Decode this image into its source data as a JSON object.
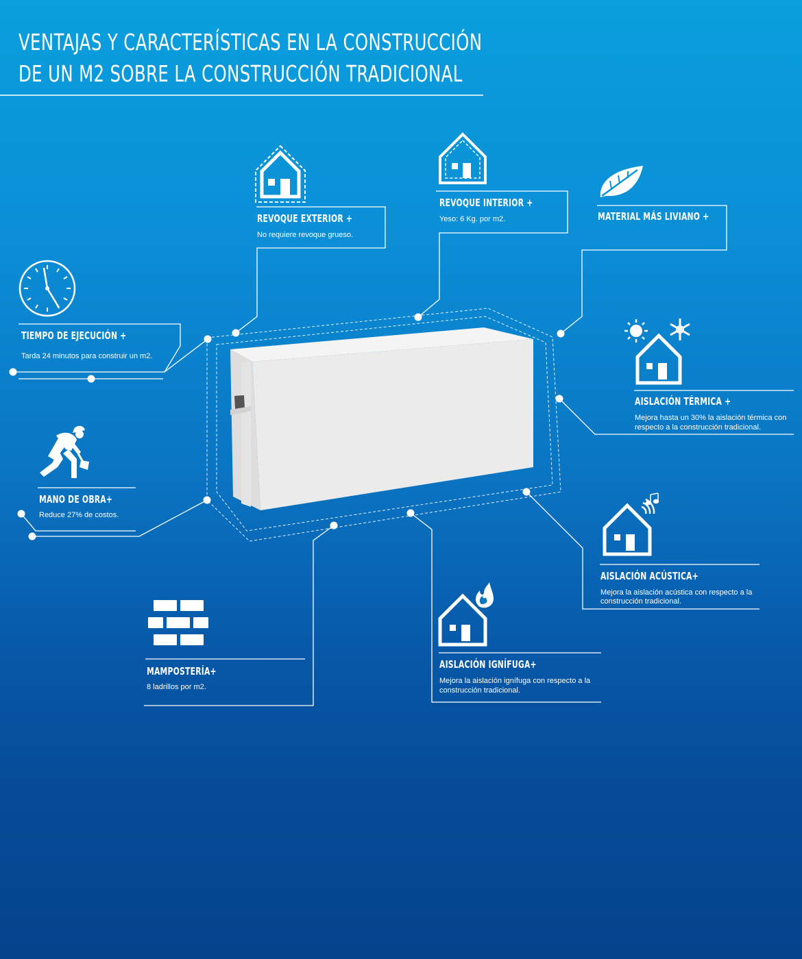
{
  "title": {
    "line1": "VENTAJAS Y CARACTERÍSTICAS EN LA CONSTRUCCIÓN",
    "line2": "DE UN M2 SOBRE LA CONSTRUCCIÓN TRADICIONAL"
  },
  "features": {
    "revoque_exterior": {
      "label": "REVOQUE EXTERIOR +",
      "desc": "No requiere revoque grueso.",
      "icon": "house-dashed-outline-icon"
    },
    "revoque_interior": {
      "label": "REVOQUE INTERIOR +",
      "desc": "Yeso: 6 Kg. por m2.",
      "icon": "house-dashed-inner-icon"
    },
    "material_liviano": {
      "label": "MATERIAL MÁS LIVIANO +",
      "desc": "",
      "icon": "leaf-icon"
    },
    "tiempo": {
      "label": "TIEMPO DE EJECUCIÓN +",
      "desc": "Tarda 24 minutos para construir un m2.",
      "icon": "clock-icon"
    },
    "termica": {
      "label": "AISLACIÓN TÉRMICA +",
      "desc_line1": "Mejora hasta un 30% la aislación térmica con",
      "desc_line2": "respecto a la construcción tradicional.",
      "icon": "house-sun-snow-icon"
    },
    "mano_obra": {
      "label": "MANO DE OBRA+",
      "desc": "Reduce 27% de costos.",
      "icon": "worker-digging-icon"
    },
    "acustica": {
      "label": "AISLACIÓN ACÚSTICA+",
      "desc_line1": "Mejora la aislación acústica con respecto a la",
      "desc_line2": "construcción tradicional.",
      "icon": "house-sound-icon"
    },
    "ignifuga": {
      "label": "AISLACIÓN IGNÍFUGA+",
      "desc_line1": "Mejora la aislación ignífuga con respecto a la",
      "desc_line2": "construcción tradicional.",
      "icon": "house-fire-icon"
    },
    "mamposteria": {
      "label": "MAMPOSTERÍA+",
      "desc": "8 ladrillos por m2.",
      "icon": "bricks-icon"
    }
  },
  "colors": {
    "background_top": "#0a9fdd",
    "background_bottom": "#05438c",
    "foreground": "#ffffff",
    "block": "#ececec"
  }
}
